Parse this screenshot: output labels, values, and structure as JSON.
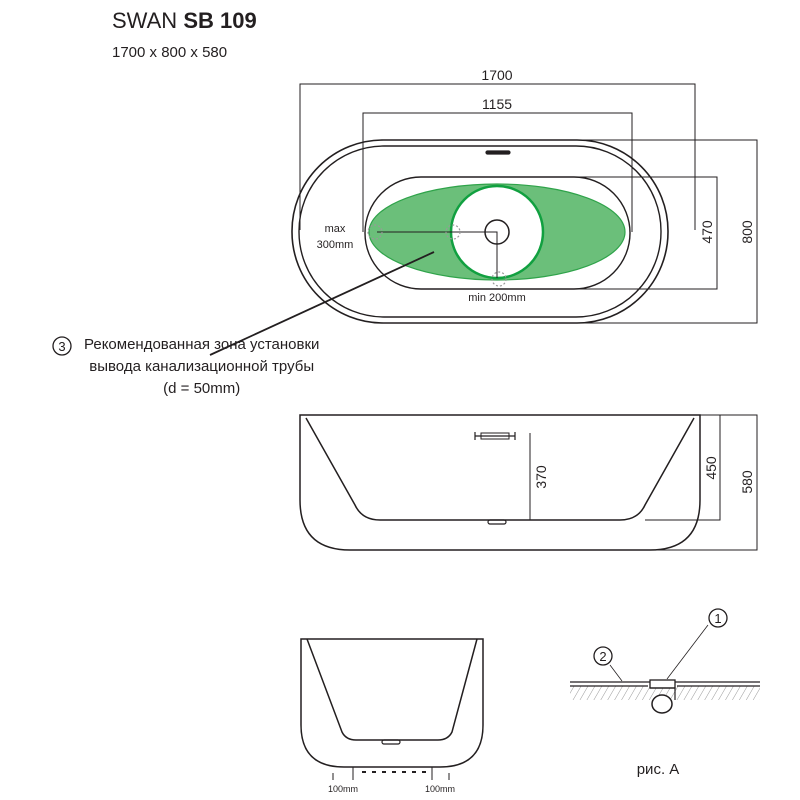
{
  "title": {
    "model": "SWAN",
    "code": "SB 109"
  },
  "subtitle": "1700 x 800 x 580",
  "top_view": {
    "dim_length": "1700",
    "dim_inner_length": "1155",
    "dim_inner_width": "470",
    "dim_width": "800",
    "label_max_1": "max",
    "label_max_2": "300mm",
    "label_min": "min 200mm",
    "zone_color": "#6bbf7a"
  },
  "note": {
    "marker": "3",
    "line1": "Рекомендованная зона установки",
    "line2": "вывода канализационной трубы",
    "line3": "(d = 50mm)"
  },
  "side_view": {
    "dim_depth": "370",
    "dim_inner_height": "450",
    "dim_height": "580"
  },
  "end_view": {
    "foot_left": "100mm",
    "foot_right": "100mm"
  },
  "figure_a": {
    "marker_1": "1",
    "marker_2": "2",
    "caption": "рис. А"
  }
}
